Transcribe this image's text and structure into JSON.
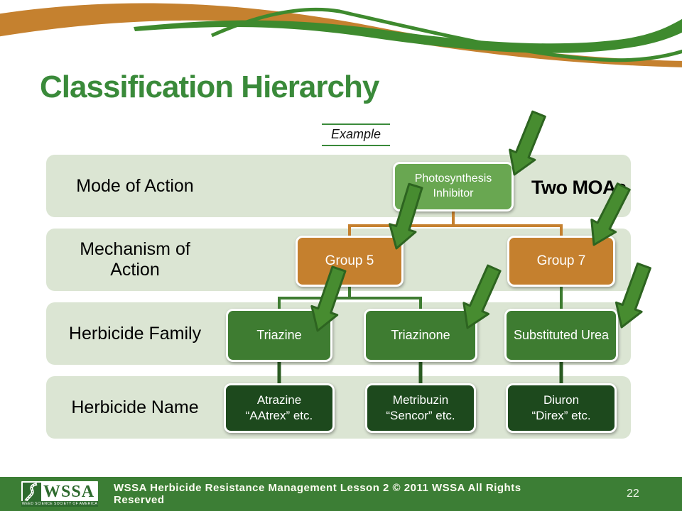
{
  "slide": {
    "title": "Classification Hierarchy",
    "example_label": "Example",
    "annotation": "Two MOAs",
    "page_number": "22",
    "footer_text": "WSSA Herbicide Resistance Management Lesson 2 © 2011 WSSA All Rights Reserved"
  },
  "logo": {
    "acronym": "WSSA",
    "caption": "WEED SCIENCE SOCIETY OF AMERICA"
  },
  "rows": [
    {
      "label": "Mode of Action"
    },
    {
      "label": "Mechanism of Action"
    },
    {
      "label": "Herbicide Family"
    },
    {
      "label": "Herbicide Name"
    }
  ],
  "nodes": {
    "moa": {
      "label": "Photosynthesis Inhibitor"
    },
    "group5": {
      "label": "Group 5"
    },
    "group7": {
      "label": "Group 7"
    },
    "triazine": {
      "label": "Triazine"
    },
    "triazinone": {
      "label": "Triazinone"
    },
    "substituted_urea": {
      "label": "Substituted Urea"
    },
    "atrazine": {
      "name": "Atrazine",
      "trade": "“AAtrex” etc."
    },
    "metribuzin": {
      "name": "Metribuzin",
      "trade": "“Sencor” etc."
    },
    "diuron": {
      "name": "Diuron",
      "trade": "“Direx” etc."
    }
  },
  "colors": {
    "title_green": "#3a8a3a",
    "row_bg": "#dbe5d3",
    "moa_green": "#69a751",
    "group_orange": "#c5802e",
    "family_green": "#3e7c31",
    "name_green": "#1d491d",
    "arrow_green": "#478c30",
    "arrow_outline": "#2d6420",
    "connector_orange": "#c5802e",
    "connector_green": "#3e7c31",
    "connector_dark": "#2a5a22",
    "footer_green": "#3c7e35",
    "deco_orange": "#c5812f",
    "deco_green": "#3e8a2e"
  }
}
